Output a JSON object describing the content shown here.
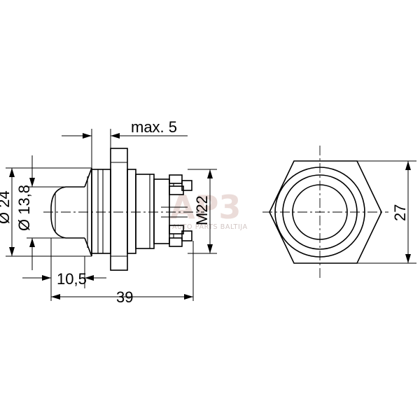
{
  "dimensions": {
    "max_depth": "max. 5",
    "outer_diameter": "Ø 24",
    "inner_diameter": "Ø 13,8",
    "thread": "M22",
    "cap_length": "10,5",
    "overall_length": "39",
    "hex_across_flats": "27"
  },
  "watermark": {
    "logo": "AP3",
    "tagline": "AUTO PARTS BALTIJA"
  }
}
